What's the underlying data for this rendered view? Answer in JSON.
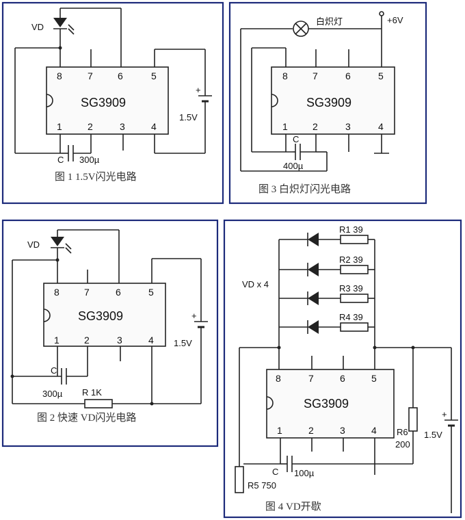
{
  "panels": {
    "fig1": {
      "chip": "SG3909",
      "pins_top": [
        "8",
        "7",
        "6",
        "5"
      ],
      "pins_bottom": [
        "1",
        "2",
        "3",
        "4"
      ],
      "led": "VD",
      "cap_symbol": "C",
      "cap_value": "300µ",
      "battery_plus": "+",
      "battery": "1.5V",
      "caption": "图 1  1.5V闪光电路"
    },
    "fig2": {
      "chip": "SG3909",
      "pins_top": [
        "8",
        "7",
        "6",
        "5"
      ],
      "pins_bottom": [
        "1",
        "2",
        "3",
        "4"
      ],
      "led": "VD",
      "cap_symbol": "C",
      "cap_value": "300µ",
      "resistor": "R  1K",
      "battery_plus": "+",
      "battery": "1.5V",
      "caption": "图 2  快速 VD闪光电路"
    },
    "fig3": {
      "chip": "SG3909",
      "pins_top": [
        "8",
        "7",
        "6",
        "5"
      ],
      "pins_bottom": [
        "1",
        "2",
        "3",
        "4"
      ],
      "lamp": "白炽灯",
      "supply": "+6V",
      "cap_symbol": "C",
      "cap_value": "400µ",
      "caption": "图 3  白炽灯闪光电路"
    },
    "fig4": {
      "chip": "SG3909",
      "pins_top": [
        "8",
        "7",
        "6",
        "5"
      ],
      "pins_bottom": [
        "1",
        "2",
        "3",
        "4"
      ],
      "led_group": "VD x 4",
      "resistors": [
        "R1  39",
        "R2  39",
        "R3  39",
        "R4  39"
      ],
      "r6": "R6",
      "r6_value": "200",
      "r5": "R5  750",
      "cap_symbol": "C",
      "cap_value": "100µ",
      "battery_plus": "+",
      "battery": "1.5V",
      "caption": "图 4  VD开歇"
    }
  }
}
